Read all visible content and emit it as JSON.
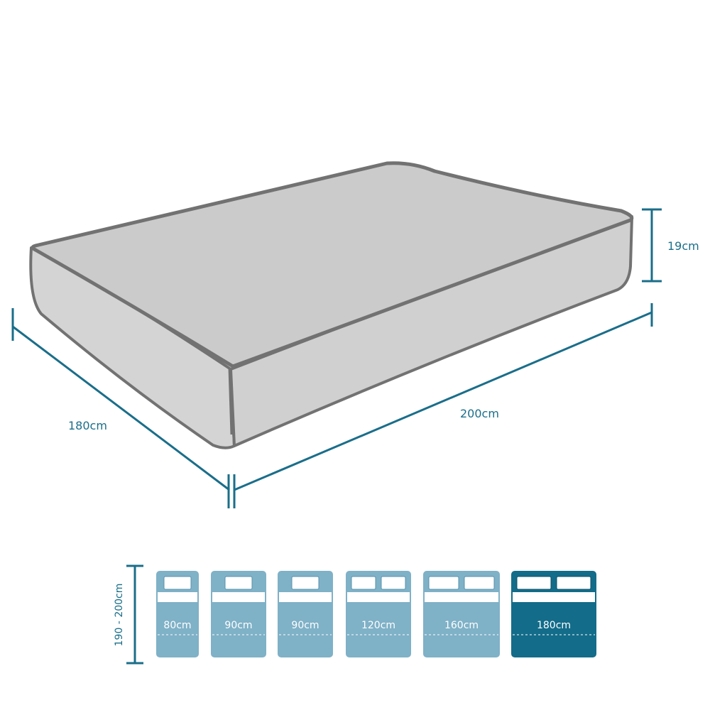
{
  "colors": {
    "dimension_line": "#1a6e8a",
    "label_text": "#1a6e8a",
    "mattress_fill": "#cccccc",
    "mattress_side": "#d3d3d3",
    "mattress_outline": "#727272",
    "card_default": "#7fb1c7",
    "card_selected": "#136c89",
    "pillow": "#ffffff"
  },
  "dimensions": {
    "height_label": "19cm",
    "length_label": "200cm",
    "width_label": "180cm",
    "range_label": "190 - 200cm"
  },
  "sizes": [
    {
      "label": "80cm",
      "pillows": 1,
      "selected": false
    },
    {
      "label": "90cm",
      "pillows": 1,
      "selected": false
    },
    {
      "label": "90cm",
      "pillows": 1,
      "selected": false
    },
    {
      "label": "120cm",
      "pillows": 2,
      "selected": false
    },
    {
      "label": "160cm",
      "pillows": 2,
      "selected": false
    },
    {
      "label": "180cm",
      "pillows": 2,
      "selected": true
    }
  ]
}
